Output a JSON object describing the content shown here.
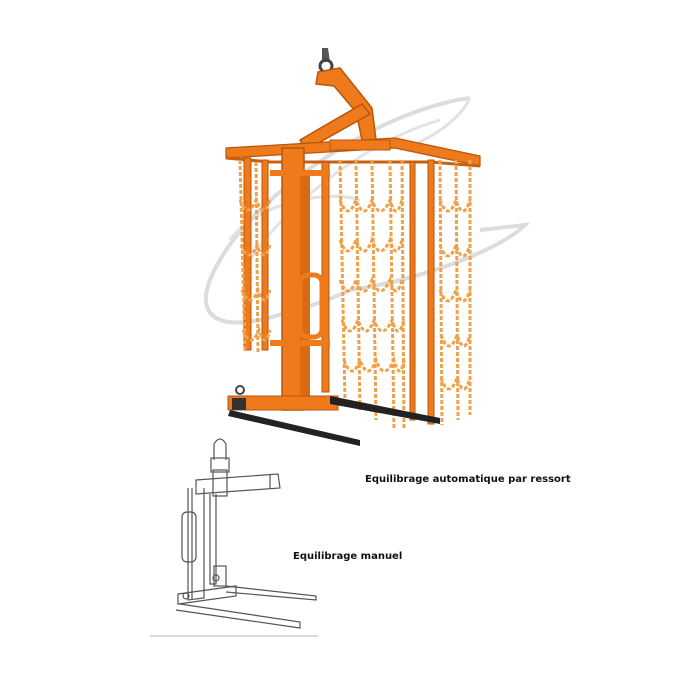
{
  "captions": {
    "automatic": "Equilibrage automatique par ressort",
    "manual": "Equilibrage manuel"
  },
  "colors": {
    "frame": "#ee7a1c",
    "frame_dark": "#c9600f",
    "chain": "#f0a24a",
    "fork": "#222222",
    "watermark": "#d9d9d9",
    "line_drawing": "#555555"
  },
  "icons": {
    "watermark": "swoosh-logo-watermark"
  }
}
